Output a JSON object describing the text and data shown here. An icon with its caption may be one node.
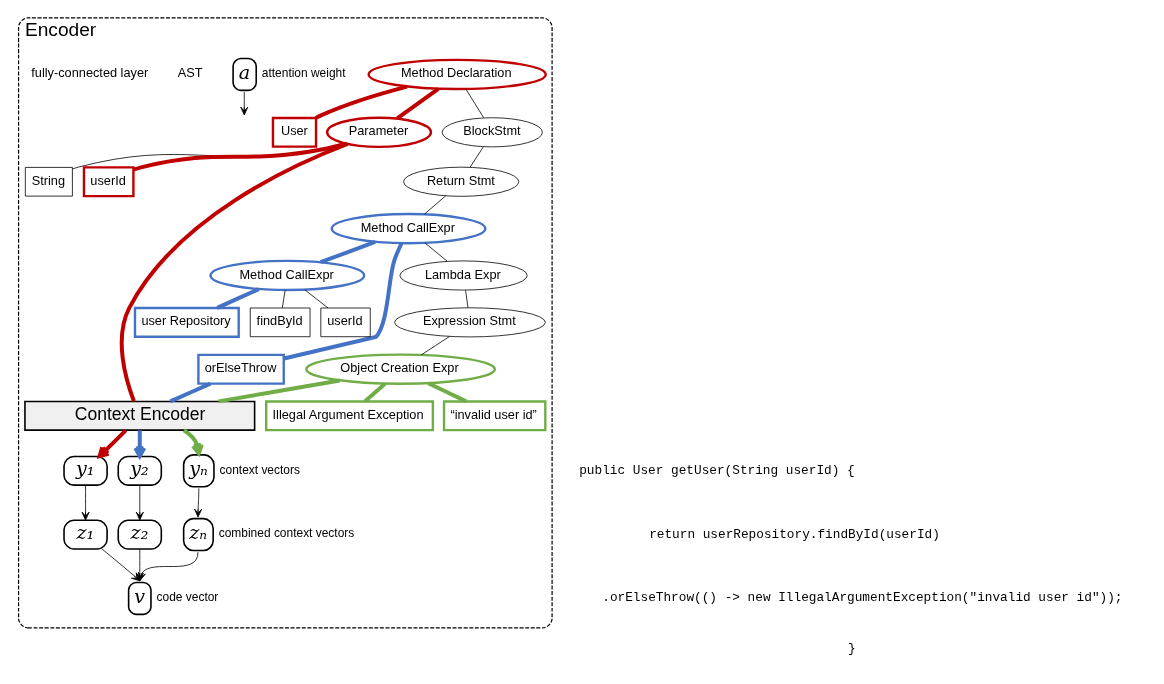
{
  "diagram": {
    "nodes": [
      {
        "text": [
          "Encoder"
        ]
      },
      {
        "text": [
          "Method Declaration"
        ],
        "in": 0
      },
      {
        "text": [
          "User"
        ],
        "in": 0
      },
      {
        "text": [
          "Parameter"
        ],
        "in": 0
      },
      {
        "text": [
          "BlockStmt"
        ],
        "in": 0
      },
      {
        "text": [
          "String"
        ],
        "in": 0
      },
      {
        "text": [
          "userId"
        ],
        "in": 0
      },
      {
        "text": [
          "Return Stmt"
        ],
        "in": 0
      },
      {
        "text": [
          "Method CallExpr"
        ],
        "in": 0
      },
      {
        "text": [
          "Method CallExpr"
        ],
        "in": 0
      },
      {
        "text": [
          "orElseThrow"
        ],
        "in": 0
      },
      {
        "text": [
          "Lambda Expr"
        ],
        "in": 0
      },
      {
        "text": [
          "user Repository"
        ],
        "in": 0
      },
      {
        "text": [
          "findById"
        ],
        "in": 0
      },
      {
        "text": [
          "userId"
        ],
        "in": 0
      },
      {
        "text": [
          "Expression Stmt"
        ],
        "in": 0
      },
      {
        "text": [
          "Object Creation Expr"
        ],
        "in": 0
      },
      {
        "text": [
          "Illegal Argument Exception"
        ],
        "in": 0
      },
      {
        "text": [
          "“invalid user id”"
        ],
        "in": 0
      },
      {
        "text": [
          "Context Encoder"
        ],
        "in": 0
      },
      {
        "text": [
          "y₁"
        ],
        "in": 0
      },
      {
        "text": [
          "z₁"
        ],
        "in": 0
      },
      {
        "text": [
          "y₂"
        ],
        "in": 0
      },
      {
        "text": [
          "z₂"
        ],
        "in": 0
      },
      {
        "text": [
          "yₙ"
        ],
        "in": 0,
        "beside": [
          "context vectors"
        ]
      },
      {
        "text": [
          "zₙ"
        ],
        "in": 0,
        "beside": [
          "combined context vectors"
        ]
      },
      {
        "text": [
          "a"
        ],
        "in": 0,
        "beside": [
          "attention weight"
        ]
      },
      {
        "text": [
          "v"
        ],
        "in": 0,
        "beside": [
          "code vector"
        ]
      }
    ],
    "edges": [
      {
        "from": 1,
        "to": 2,
        "arrow": "none",
        "style": "thick",
        "color": "#c00000"
      },
      {
        "from": 1,
        "to": 3,
        "arrow": "none",
        "style": "thick",
        "color": "#c00000"
      },
      {
        "from": 1,
        "to": 4,
        "arrow": "none"
      },
      {
        "from": 3,
        "to": 5,
        "arrow": "none"
      },
      {
        "from": 3,
        "to": 6,
        "arrow": "none",
        "style": "thick",
        "color": "#c00000"
      },
      {
        "from": 4,
        "to": 7,
        "arrow": "none"
      },
      {
        "from": 7,
        "to": 8,
        "arrow": "none"
      },
      {
        "from": 8,
        "to": 9,
        "arrow": "none",
        "style": "thick",
        "color": "#4472c4"
      },
      {
        "from": 8,
        "to": 10,
        "arrow": "none",
        "style": "thick",
        "color": "#4472c4"
      },
      {
        "from": 8,
        "to": 11,
        "arrow": "none"
      },
      {
        "from": 9,
        "to": 12,
        "arrow": "none",
        "style": "thick",
        "color": "#4472c4"
      },
      {
        "from": 9,
        "to": 13,
        "arrow": "none"
      },
      {
        "from": 9,
        "to": 14,
        "arrow": "none"
      },
      {
        "from": 11,
        "to": 15,
        "arrow": "none"
      },
      {
        "from": 15,
        "to": 16,
        "arrow": "none"
      },
      {
        "from": 16,
        "to": 17,
        "arrow": "none",
        "style": "thick",
        "color": "#70ad47"
      },
      {
        "from": 16,
        "to": 18,
        "arrow": "none",
        "style": "thick",
        "color": "#70ad47"
      },
      {
        "from": 3,
        "to": 19,
        "arrow": "none",
        "style": "thick",
        "color": "#c00000"
      },
      {
        "from": 19,
        "to": 20,
        "arrow": "to",
        "style": "thick",
        "color": "#c00000"
      },
      {
        "from": 10,
        "to": 19,
        "arrow": "none",
        "style": "thick",
        "color": "#4472c4"
      },
      {
        "from": 19,
        "to": 22,
        "arrow": "to",
        "style": "thick",
        "color": "#4472c4"
      },
      {
        "from": 16,
        "to": 19,
        "arrow": "none",
        "style": "thick",
        "color": "#70ad47"
      },
      {
        "from": 19,
        "to": 24,
        "arrow": "to",
        "style": "thick",
        "color": "#70ad47"
      },
      {
        "from": 20,
        "to": 21,
        "arrow": "to"
      },
      {
        "from": 22,
        "to": 23,
        "arrow": "to"
      },
      {
        "from": 24,
        "to": 25,
        "arrow": "to"
      },
      {
        "from": 21,
        "to": 27,
        "arrow": "to"
      },
      {
        "from": 23,
        "to": 27,
        "arrow": "to"
      },
      {
        "from": 25,
        "to": 27,
        "arrow": "to"
      },
      {
        "from": 26,
        "to": null,
        "arrow": "to"
      }
    ],
    "labels": [
      "AST",
      "fully-connected layer",
      "public User getUser(String userId) {",
      "return userRepository.findById(userId)",
      ".orElseThrow(() -> new IllegalArgumentException(\"invalid user id\"));",
      "}"
    ]
  }
}
